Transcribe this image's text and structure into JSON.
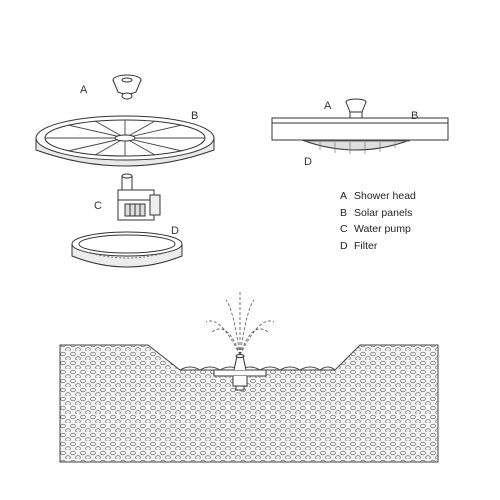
{
  "parts": [
    {
      "letter": "A",
      "name": "Shower head"
    },
    {
      "letter": "B",
      "name": "Solar panels"
    },
    {
      "letter": "C",
      "name": "Water pump"
    },
    {
      "letter": "D",
      "name": "Filter"
    }
  ],
  "colors": {
    "line": "#333333",
    "ground_fill": "#f3f3f3",
    "pebble_stroke": "#555555"
  }
}
